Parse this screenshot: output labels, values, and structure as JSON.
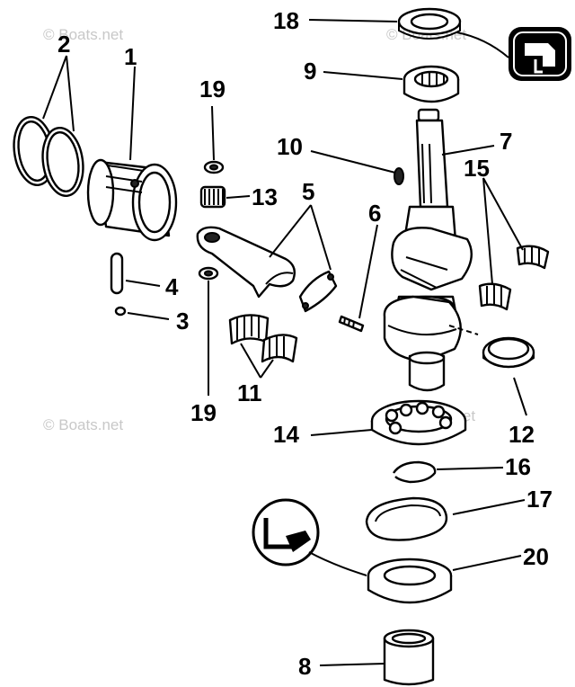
{
  "watermark": "© Boats.net",
  "colors": {
    "ink": "#000000",
    "paper": "#ffffff",
    "watermark": "#c8c8c8"
  },
  "callouts": {
    "c1": "1",
    "c2": "2",
    "c3": "3",
    "c4": "4",
    "c5": "5",
    "c6": "6",
    "c7": "7",
    "c8": "8",
    "c9": "9",
    "c10": "10",
    "c11": "11",
    "c12": "12",
    "c13": "13",
    "c14": "14",
    "c15": "15",
    "c16": "16",
    "c17": "17",
    "c18": "18",
    "c19a": "19",
    "c19b": "19",
    "c20": "20"
  },
  "icons": [
    "sealant-applicator-icon",
    "grease-tube-icon"
  ]
}
